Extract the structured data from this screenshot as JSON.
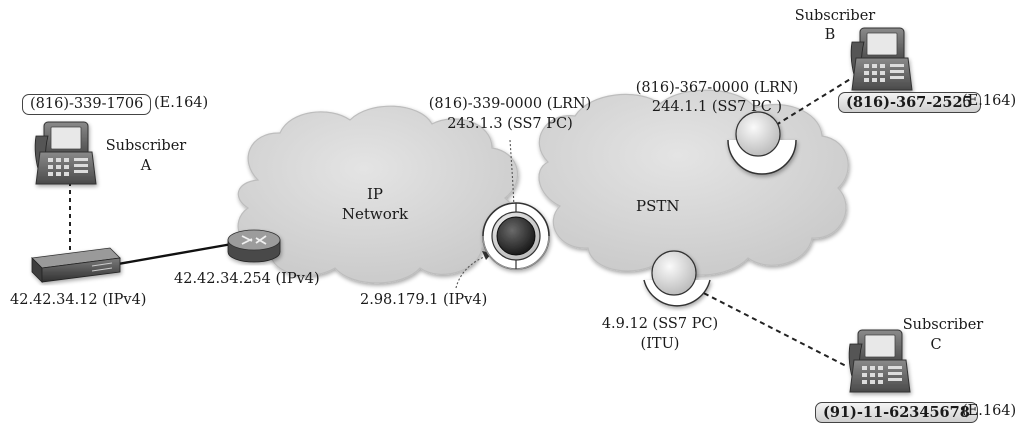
{
  "subscriber_a": {
    "name": "Subscriber",
    "letter": "A",
    "number": "(816)-339-1706",
    "number_format": "(E.164)",
    "gateway_address": "42.42.34.12 (IPv4)"
  },
  "subscriber_b": {
    "name": "Subscriber",
    "letter": "B",
    "number": "(816)-367-2525",
    "number_format": "(E.164)"
  },
  "subscriber_c": {
    "name": "Subscriber",
    "letter": "C",
    "number": "(91)-11-62345678",
    "number_format": "(E.164)"
  },
  "router": {
    "address": "42.42.34.254 (IPv4)"
  },
  "ip_network": {
    "line1": "IP",
    "line2": "Network"
  },
  "pstn": {
    "label": "PSTN"
  },
  "gateway_switch": {
    "lrn": "(816)-339-0000 (LRN)",
    "point_code": "243.1.3 (SS7 PC)",
    "ip_address": "2.98.179.1 (IPv4)"
  },
  "switch_b": {
    "lrn": "(816)-367-0000 (LRN)",
    "point_code": "244.1.1 (SS7 PC )"
  },
  "switch_c": {
    "point_code": "4.9.12 (SS7 PC)",
    "standard": "(ITU)"
  },
  "icons": [
    "desk-phone-icon",
    "router-icon",
    "modem-icon",
    "cloud-icon",
    "switch-icon"
  ],
  "colors": {
    "cloud_fill": "#d6d6d6",
    "switch_core": "#2b2b2b",
    "text": "#1a1a1a"
  }
}
